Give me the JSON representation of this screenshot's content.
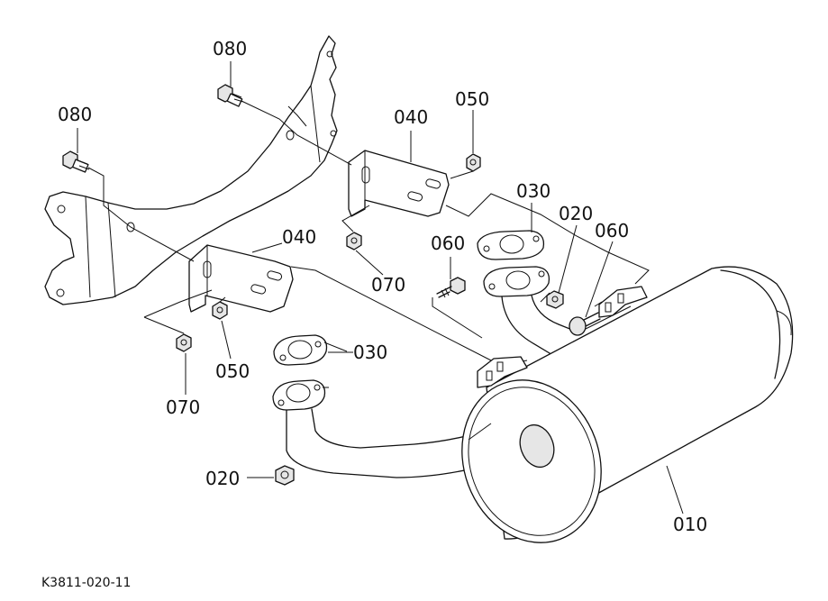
{
  "labels": {
    "p010": "010",
    "p020_left": "020",
    "p020_right": "020",
    "p030_left": "030",
    "p030_right": "030",
    "p040_left": "040",
    "p040_right": "040",
    "p050_left": "050",
    "p050_right": "050",
    "p060": "060",
    "p070_left": "070",
    "p070_right": "070",
    "p080_left": "080",
    "p080_top": "080"
  },
  "figure_code": "K3811-020-11",
  "colors": {
    "line": "#111111",
    "background": "#ffffff",
    "shade": "#e6e6e6"
  }
}
